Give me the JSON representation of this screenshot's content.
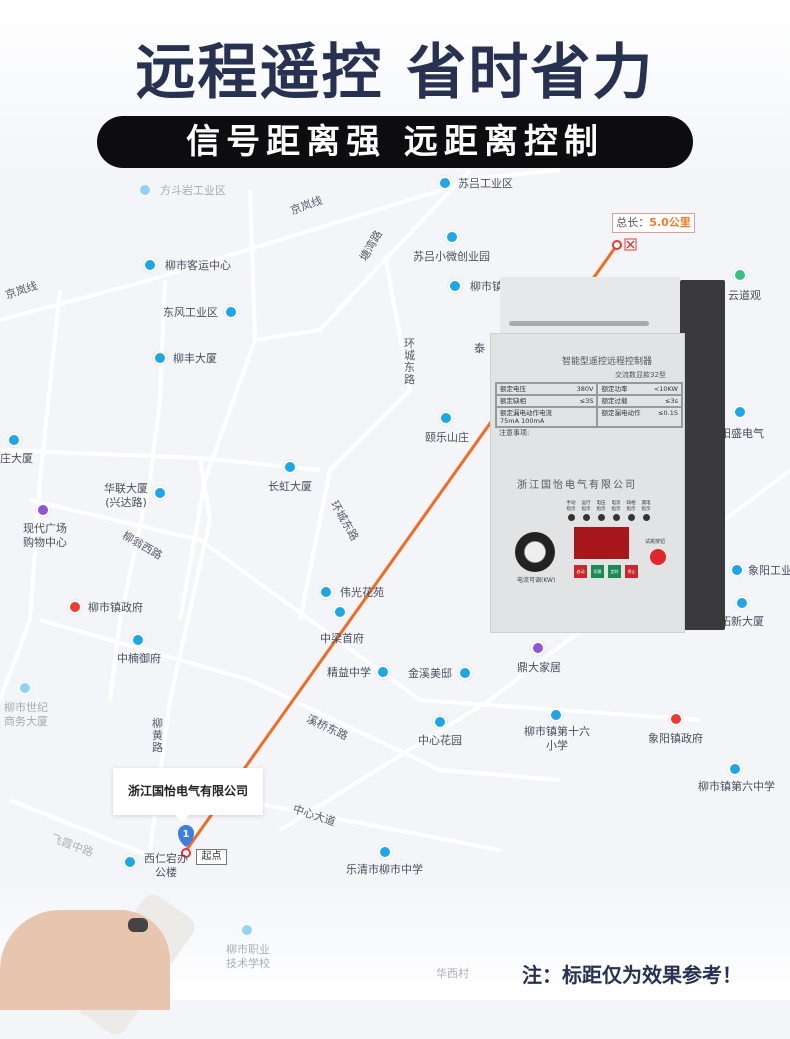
{
  "headline": "远程遥控 省时省力",
  "subheadline": "信号距离强 远距离控制",
  "note": "注：标距仅为效果参考！",
  "route": {
    "total_label": "总长：",
    "total_value": "5.0公里",
    "start_label": "起点",
    "start_number": "1",
    "callout": "浙江国怡电气有限公司",
    "color": "#f26b22"
  },
  "roads": [
    "京岚线",
    "京岚线",
    "环城东路",
    "柳翁西路",
    "环城东路",
    "溪桥东路",
    "柳黄路",
    "中心大道",
    "飞霞中路",
    "塘湾路"
  ],
  "pois": [
    "方斗岩工业区",
    "苏吕工业区",
    "苏吕小微创业园",
    "柳市镇",
    "柳市客运中心",
    "东风工业区",
    "柳丰大厦",
    "颐乐山庄",
    "庄大厦",
    "华联大厦(兴达路)",
    "长虹大厦",
    "现代广场购物中心",
    "伟光花苑",
    "柳市镇政府",
    "中梁首府",
    "中楠御府",
    "精益中学",
    "金溪美邸",
    "鼎大家居",
    "柳市世纪商务大厦",
    "中心花园",
    "柳市镇第十六小学",
    "象阳镇政府",
    "柳市镇第六中学",
    "西仁宕办公楼",
    "乐清市柳市中学",
    "柳市职业技术学校",
    "华西村",
    "云道观",
    "阳盛电气",
    "象阳工业",
    "拓新大厦",
    "泰"
  ],
  "device": {
    "title": "智能型遥控远程控制器",
    "model": "交流数显款32型",
    "specs": [
      [
        "额定电压",
        "380V"
      ],
      [
        "额定功率",
        "<10KW"
      ],
      [
        "额定缺相",
        "≤3S"
      ],
      [
        "额定过载",
        "≤3s"
      ],
      [
        "额定漏电动作电流",
        "75mA 100mA"
      ],
      [
        "额定漏电动作",
        "≤0.1S"
      ]
    ],
    "notice_title": "注意事项:",
    "company": "浙江国怡电气有限公司",
    "indicators": [
      "手动指示",
      "运行指示",
      "电压指示",
      "电流指示",
      "缺相指示",
      "漏电指示"
    ],
    "buttons": [
      "启动",
      "切换",
      "定时",
      "停止"
    ],
    "knob_label": "电流可调(KW)",
    "test_label": "试跳按钮"
  },
  "colors": {
    "headline": "#273253",
    "route": "#f26b22",
    "poi_blue": "#1ea7e8",
    "poi_red": "#ee3b32",
    "poi_purple": "#8f55d8",
    "poi_green": "#37c27c"
  }
}
